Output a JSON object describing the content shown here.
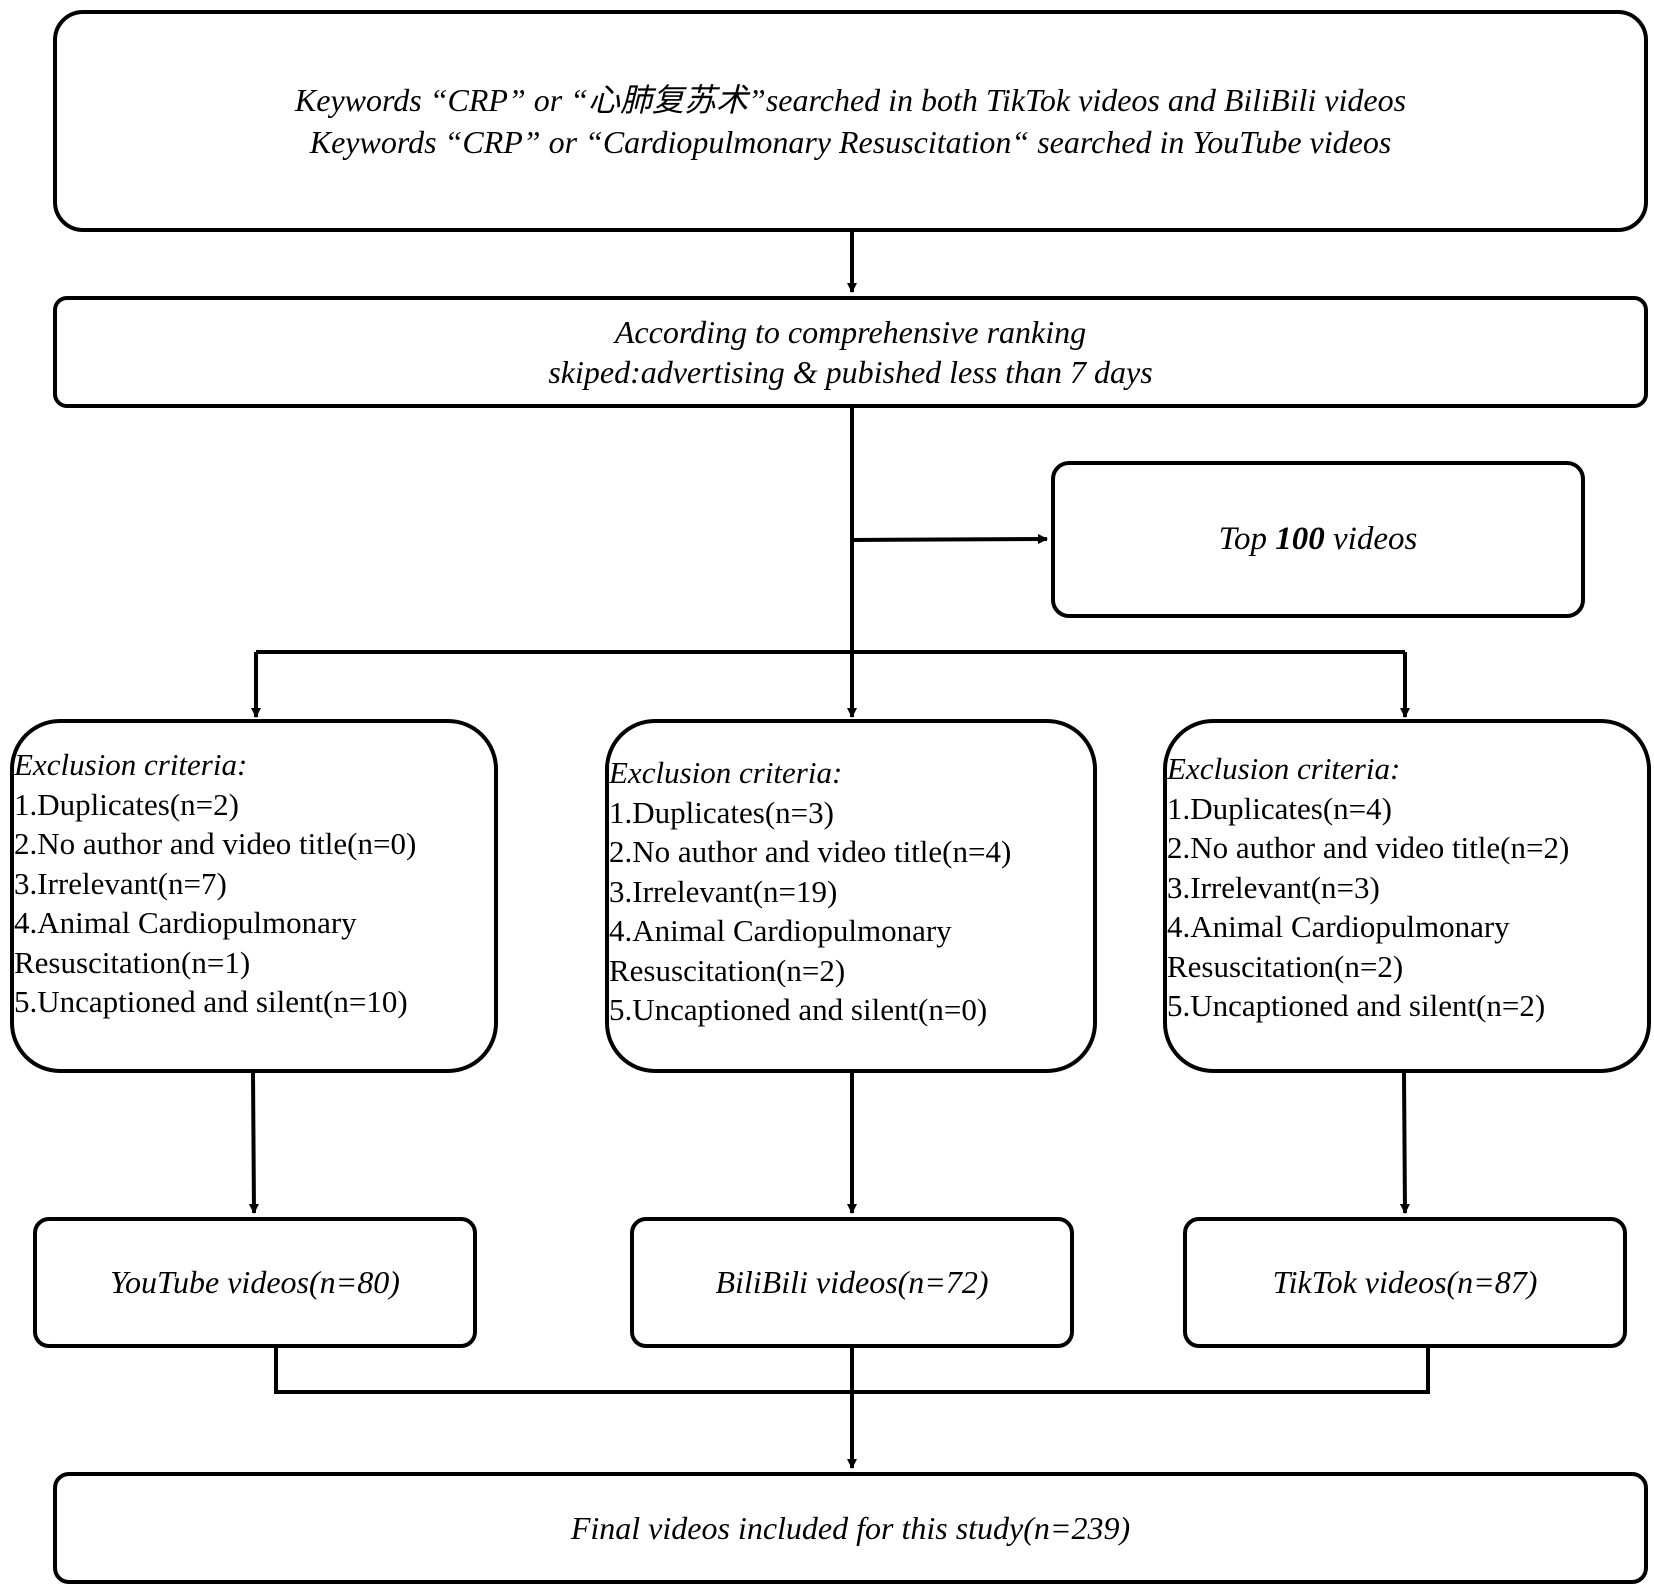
{
  "search": {
    "line1": "Keywords “CRP” or “心肺复苏术”searched in both TikTok videos and BiliBili videos",
    "line2": "Keywords “CRP” or “Cardiopulmonary Resuscitation“ searched in YouTube videos"
  },
  "ranking": {
    "line1": "According to comprehensive ranking",
    "line2": "skiped:advertising & pubished less than 7 days"
  },
  "top": {
    "prefix": "Top ",
    "number": "100",
    "suffix": " videos"
  },
  "exclusion": [
    {
      "heading": "Exclusion criteria:",
      "items": [
        "1.Duplicates(n=2)",
        "2.No author and video title(n=0)",
        "3.Irrelevant(n=7)",
        "4.Animal Cardiopulmonary",
        "Resuscitation(n=1)",
        "5.Uncaptioned and silent(n=10)"
      ]
    },
    {
      "heading": "Exclusion criteria:",
      "items": [
        "1.Duplicates(n=3)",
        "2.No author and video title(n=4)",
        "3.Irrelevant(n=19)",
        "4.Animal Cardiopulmonary",
        "Resuscitation(n=2)",
        "5.Uncaptioned and silent(n=0)"
      ]
    },
    {
      "heading": "Exclusion criteria:",
      "items": [
        "1.Duplicates(n=4)",
        "2.No author and video title(n=2)",
        "3.Irrelevant(n=3)",
        "4.Animal Cardiopulmonary",
        "Resuscitation(n=2)",
        "5.Uncaptioned and silent(n=2)"
      ]
    }
  ],
  "results": [
    "YouTube videos(n=80)",
    "BiliBili videos(n=72)",
    "TikTok videos(n=87)"
  ],
  "final": "Final videos included for this study(n=239)"
}
